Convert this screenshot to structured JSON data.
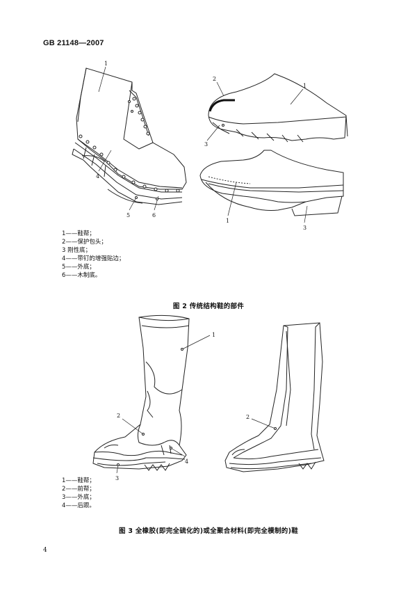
{
  "header": {
    "standard_no": "GB 21148—2007"
  },
  "figure2": {
    "callouts": {
      "l1": "1",
      "l2": "2",
      "l3": "3",
      "l4": "4",
      "l5": "5",
      "l6": "6"
    },
    "legend": [
      "1——鞋帮；",
      "2——保护包头；",
      "3  刚性底；",
      "4——带钉的增强贴边；",
      "5——外底；",
      "6——木制底。"
    ],
    "caption": "图 2   传统结构鞋的部件"
  },
  "figure3": {
    "callouts": {
      "l1": "1",
      "l2": "2",
      "l3": "3",
      "l4": "4"
    },
    "legend": [
      "1——鞋帮；",
      "2——前帮；",
      "3——外底；",
      "4——后跟。"
    ],
    "caption": "图 3   全橡胶(即完全硫化的)或全聚合材料(即完全模制的)鞋"
  },
  "page_number": "4"
}
